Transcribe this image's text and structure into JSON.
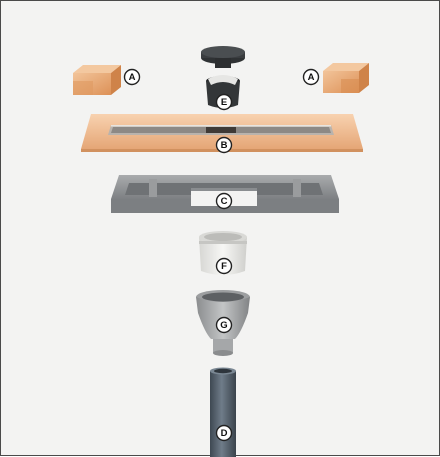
{
  "diagram": {
    "callouts": {
      "left_end_cap": "A",
      "right_end_cap": "A",
      "water_seal_trap": "E",
      "drain_channel_board": "B",
      "support_frame": "C",
      "outlet_sleeve": "F",
      "outlet_body": "G",
      "drain_pipe": "D"
    },
    "colors": {
      "background": "#f3f3f2",
      "border": "#4a4a4a",
      "foam_orange": "#e8a772",
      "grey_plastic": "#8f9193",
      "dark_plastic": "#333638",
      "white_plastic": "#ececea",
      "pipe_grey": "#55616d"
    },
    "icons": [
      "end-cap-left-icon",
      "end-cap-right-icon",
      "trap-insert-icon",
      "channel-board-icon",
      "support-frame-icon",
      "outlet-sleeve-icon",
      "outlet-body-icon",
      "drain-pipe-icon"
    ]
  }
}
